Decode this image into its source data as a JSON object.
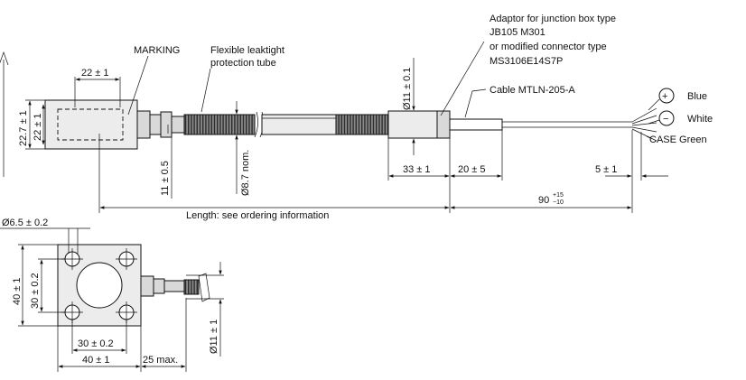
{
  "labels": {
    "adaptor_line1": "Adaptor for junction box type",
    "adaptor_line2": "JB105 M301",
    "adaptor_line3": "or modified connector type",
    "adaptor_line4": "MS3106E14S7P",
    "cable": "Cable MTLN-205-A",
    "marking": "MARKING",
    "tube_line1": "Flexible leaktight",
    "tube_line2": "protection tube",
    "wire_blue": "Blue",
    "wire_white": "White",
    "wire_case": "CASE Green",
    "symbol_plus": "+",
    "symbol_minus": "−",
    "length_note": "Length: see ordering information"
  },
  "dimensions": {
    "head_width": "22 ± 1",
    "head_height_outer": "22.7 ± 1",
    "head_height_inner": "22 ± 1",
    "stud_offset": "11 ± 0.5",
    "tube_diameter": "Ø8.7 nom.",
    "adaptor_diameter": "Ø11 ± 0.1",
    "adaptor_length": "33 ± 1",
    "cable_section": "20 ± 5",
    "wire_strip": "5 ± 1",
    "cable_tail": "90",
    "cable_tail_plus": "+15",
    "cable_tail_minus": "−10",
    "hole_diameter": "Ø6.5 ± 0.2",
    "flange_outer": "40 ± 1",
    "flange_hole_pitch": "30 ± 0.2",
    "flange_outer_bottom": "40 ± 1",
    "flange_hole_pitch_bottom": "30 ± 0.2",
    "bottom_body_max": "25 max.",
    "bottom_tube_diameter": "Ø11 ± 1"
  }
}
